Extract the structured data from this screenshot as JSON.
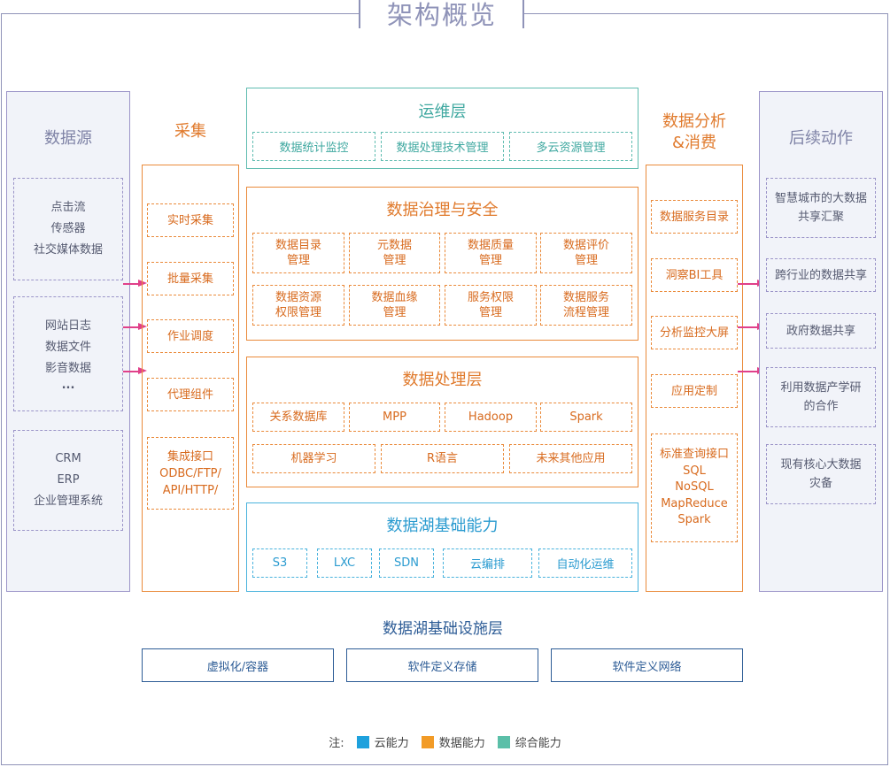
{
  "title": "架构概览",
  "data_source": {
    "heading": "数据源",
    "group1": [
      "点击流",
      "传感器",
      "社交媒体数据"
    ],
    "group2": [
      "网站日志",
      "数据文件",
      "影音数据",
      "..."
    ],
    "group3": [
      "CRM",
      "ERP",
      "企业管理系统"
    ]
  },
  "collect": {
    "heading": "采集",
    "items": [
      "实时采集",
      "批量采集",
      "作业调度",
      "代理组件",
      "集成接口\nODBC/FTP/\nAPI/HTTP/"
    ]
  },
  "ops": {
    "heading": "运维层",
    "items": [
      "数据统计监控",
      "数据处理技术管理",
      "多云资源管理"
    ]
  },
  "governance": {
    "heading": "数据治理与安全",
    "items": [
      "数据目录\n管理",
      "元数据\n管理",
      "数据质量\n管理",
      "数据评价\n管理",
      "数据资源\n权限管理",
      "数据血缘\n管理",
      "服务权限\n管理",
      "数据服务\n流程管理"
    ]
  },
  "processing": {
    "heading": "数据处理层",
    "row1": [
      "关系数据库",
      "MPP",
      "Hadoop",
      "Spark"
    ],
    "row2": [
      "机器学习",
      "R语言",
      "未来其他应用"
    ]
  },
  "lake": {
    "heading": "数据湖基础能力",
    "items": [
      "S3",
      "LXC",
      "SDN",
      "云编排",
      "自动化运维"
    ]
  },
  "analysis": {
    "heading": "数据分析\n&消费",
    "items": [
      "数据服务目录",
      "洞察BI工具",
      "分析监控大屏",
      "应用定制",
      "标准查询接口\nSQL\nNoSQL\nMapReduce\nSpark"
    ]
  },
  "followup": {
    "heading": "后续动作",
    "items": [
      "智慧城市的大数据\n共享汇聚",
      "跨行业的数据共享",
      "政府数据共享",
      "利用数据产学研\n的合作",
      "现有核心大数据\n灾备"
    ]
  },
  "infra": {
    "heading": "数据湖基础设施层",
    "items": [
      "虚拟化/容器",
      "软件定义存储",
      "软件定义网络"
    ]
  },
  "legend": {
    "prefix": "注:",
    "items": [
      {
        "label": "云能力",
        "color": "#1ea1dd"
      },
      {
        "label": "数据能力",
        "color": "#f29b26"
      },
      {
        "label": "综合能力",
        "color": "#5bbfa8"
      }
    ]
  },
  "colors": {
    "frame": "#8f93b8",
    "purple": "#9b94c8",
    "orange": "#ea8a3a",
    "teal": "#5fbcb0",
    "blue": "#4ab3dd",
    "infra": "#2d5c96",
    "arrow": "#e0408a"
  }
}
